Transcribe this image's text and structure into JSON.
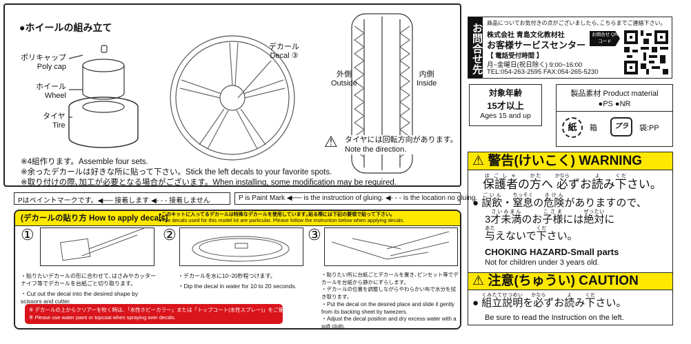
{
  "assembly": {
    "title": "●ホイールの組み立て",
    "poly_cap_jp": "ポリキャップ",
    "poly_cap_en": "Poly cap",
    "wheel_jp": "ホイール",
    "wheel_en": "Wheel",
    "tire_jp": "タイヤ",
    "tire_en": "Tire",
    "decal_jp": "デカール",
    "decal_en": "Decal",
    "decal_num": "③",
    "outside_jp": "外側",
    "outside_en": "Outside",
    "inside_jp": "内側",
    "inside_en": "Inside",
    "direction_jp": "タイヤには回転方向があります。",
    "direction_en": "Note the direction.",
    "notes": [
      "※4組作ります。Assemble four sets.",
      "※余ったデカールは好きな所に貼って下さい。Stick the left decals to your favorite spots.",
      "※取り付けの際､加工が必要となる場合がございます。When installing, some modification may be required."
    ]
  },
  "legend": {
    "jp": "Pはペイントマークです。◀── 接着します ◀- - - 接着しません",
    "en": "P is Paint Mark ◀── is the instruction of gluing. ◀- - - is the location no gluing."
  },
  "decals": {
    "title": "(デカールの貼り方 How to apply decals)",
    "intro_jp": "●このキットに入ってるデカールは特殊なデカールを使用しています｡貼る際には下記の要領で貼って下さい。",
    "intro_en": "●The decals used for this model kit are particular. Please follow the instruction below when applying decals.",
    "steps": [
      {
        "num": "①",
        "jp": "・貼りたいデカールの形に合わせて､はさみやカッターナイフ等でデカールを台紙ごと切り取ります。",
        "en": "・Cut out the decal into the desired shape by scissors and cutter."
      },
      {
        "num": "②",
        "jp": "・デカールを水に10~20秒程つけます。",
        "en": "・Dip the decal in water for 10 to 20 seconds."
      },
      {
        "num": "③",
        "jp": "・貼りたい所に台紙ごとデカールを置き､ピンセット等でデカールを台紙から静かにずらします。\n・デカールの位置を調整しながらやわらかい布で水分を拭き取ります。",
        "en": "・Put the decal on the desired place and slide it gently from its backing sheet by tweezers.\n・Adjust the decal position and dry excess water with a soft cloth."
      }
    ],
    "notice_jp": "※ デカールの上からクリアーを吹く時は､「水性ホビーカラー」または「トップコート(水性スプレー)」をご使用下さい。",
    "notice_en": "※ Please use water paint or topcoat when spraying over decals."
  },
  "contact": {
    "side": "お問合せ先",
    "line1": "商品についてお気付きの点がございましたら､こちらまでご連絡下さい。",
    "company": "株式会社 青島文化教材社",
    "center": "お客様サービスセンター",
    "hours_label": "【 電話受付時間 】",
    "hours": "月~金曜日(祝日除く) 9:00~16:00",
    "tel": "TEL:054-263-2595 FAX:054-265-5230",
    "qr_label": "お問合せ QRコード"
  },
  "age": {
    "jp1": "対象年齢",
    "jp2": "15才以上",
    "en": "Ages 15 and up"
  },
  "material": {
    "title": "製品素材 Product material",
    "items": "●PS ●NR",
    "paper_icon": "紙",
    "box": "箱",
    "plastic_icon": "プラ",
    "bag": "袋:PP"
  },
  "warning": {
    "title": "警告(けいこく) WARNING",
    "l1": [
      [
        "保護者",
        "ほごしゃ"
      ],
      [
        "の",
        ""
      ],
      [
        "方",
        "かた"
      ],
      [
        "へ ",
        ""
      ],
      [
        "必",
        "かなら"
      ],
      [
        "ずお",
        ""
      ],
      [
        "読",
        "よ"
      ],
      [
        "み",
        ""
      ],
      [
        "下",
        "くだ"
      ],
      [
        "さい。",
        ""
      ]
    ],
    "l2": [
      [
        "● ",
        ""
      ],
      [
        "誤飲",
        "ごいん"
      ],
      [
        "・",
        ""
      ],
      [
        "窒息",
        "ちっそく"
      ],
      [
        "の",
        ""
      ],
      [
        "危険",
        "きけん"
      ],
      [
        "がありますので、",
        ""
      ]
    ],
    "l3": [
      [
        "3",
        ""
      ],
      [
        "才未満",
        "さいみまん"
      ],
      [
        "のお",
        ""
      ],
      [
        "子様",
        "こさま"
      ],
      [
        "には",
        ""
      ],
      [
        "絶対",
        "ぜったい"
      ],
      [
        "に",
        ""
      ]
    ],
    "l4": [
      [
        "与",
        "あた"
      ],
      [
        "えないで",
        ""
      ],
      [
        "下",
        "くだ"
      ],
      [
        "さい。",
        ""
      ]
    ],
    "en1": "CHOKING HAZARD-Small parts",
    "en2": "Not for children under 3 years old."
  },
  "caution": {
    "title": "注意(ちゅうい) CAUTION",
    "l1": [
      [
        "● ",
        ""
      ],
      [
        "組立説明",
        "くみたてせつめい"
      ],
      [
        "を",
        ""
      ],
      [
        "必",
        "かなら"
      ],
      [
        "ずお",
        ""
      ],
      [
        "読",
        "よ"
      ],
      [
        "み",
        ""
      ],
      [
        "下",
        "くだ"
      ],
      [
        "さい。",
        ""
      ]
    ],
    "en": "Be sure to read the Instruction on the left."
  },
  "colors": {
    "yellow": "#ffe800",
    "red": "#d9141b"
  }
}
